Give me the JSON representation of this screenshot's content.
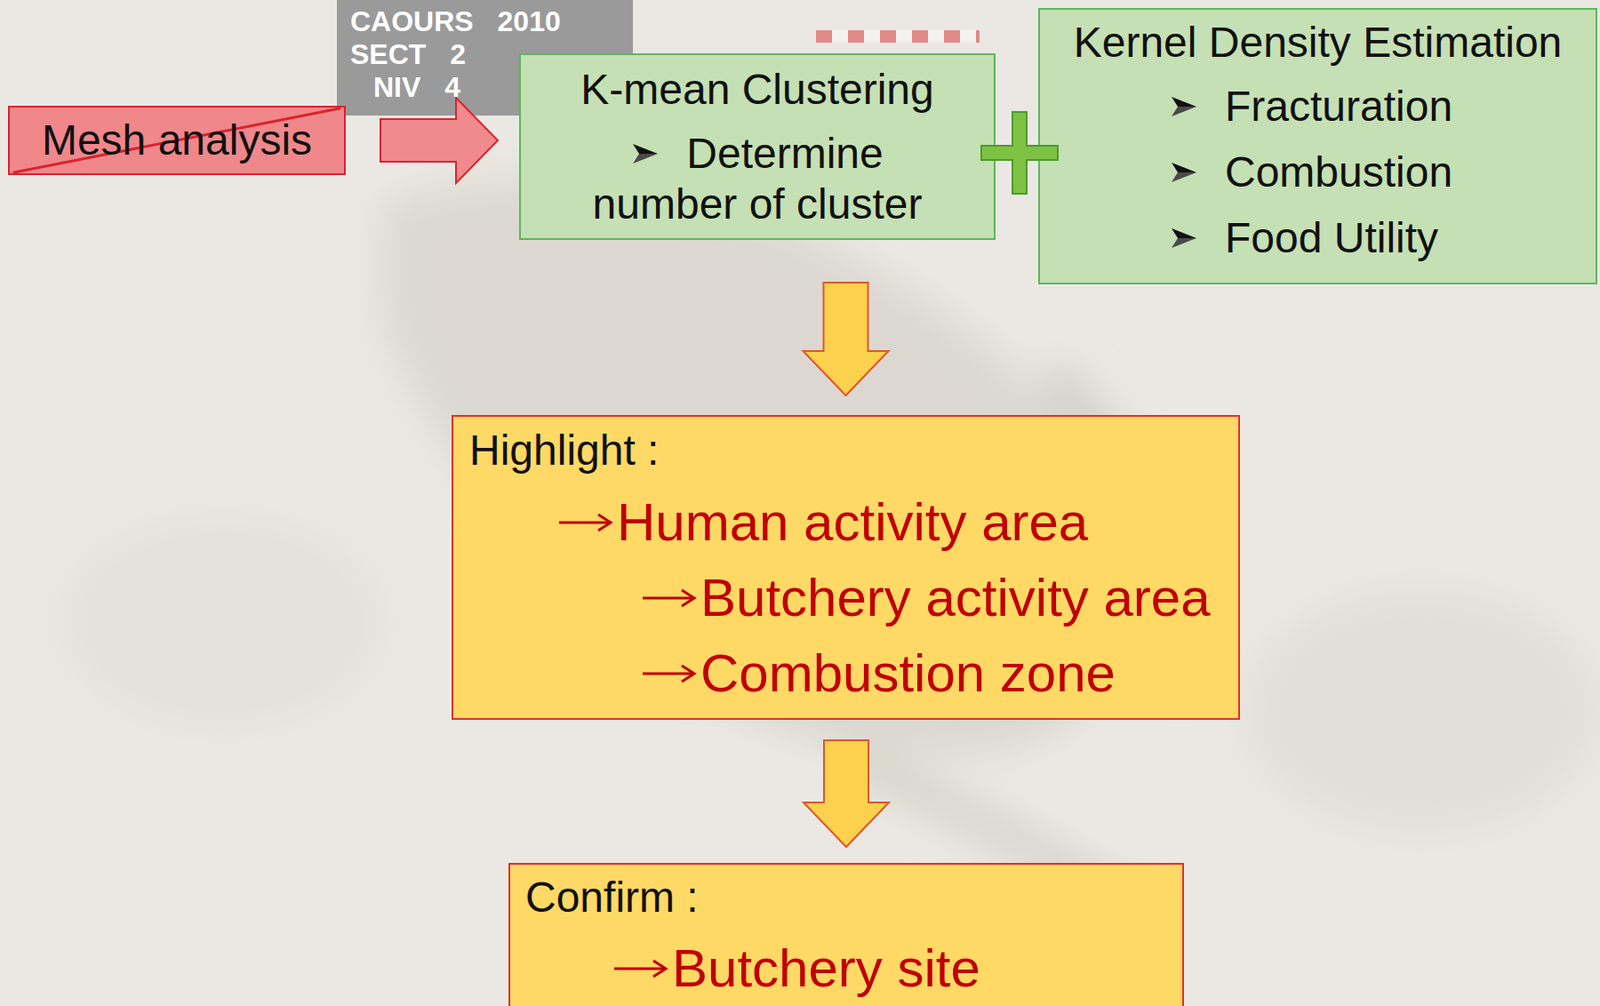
{
  "diagram": {
    "nodes": [
      {
        "text": [
          "Mesh analysis"
        ]
      },
      {
        "text": [
          "K-mean Clustering",
          "Determine number of cluster"
        ]
      },
      {
        "text": [
          "Kernel Density Estimation",
          "Fracturation",
          "Combustion",
          "Food Utility"
        ]
      },
      {
        "text": [
          "Highlight :",
          "Human activity area",
          "Butchery activity area",
          "Combustion zone"
        ]
      },
      {
        "text": [
          "Confirm :",
          "Butchery site"
        ]
      }
    ],
    "edges": [
      {
        "from": 0,
        "to": 1,
        "arrow": "to"
      },
      {
        "from": 1,
        "to": 3,
        "arrow": "to"
      },
      {
        "from": 3,
        "to": 4,
        "arrow": "to"
      }
    ],
    "labels": [
      "CAOURS 2010",
      "SECT 2",
      "NIV 4"
    ]
  }
}
